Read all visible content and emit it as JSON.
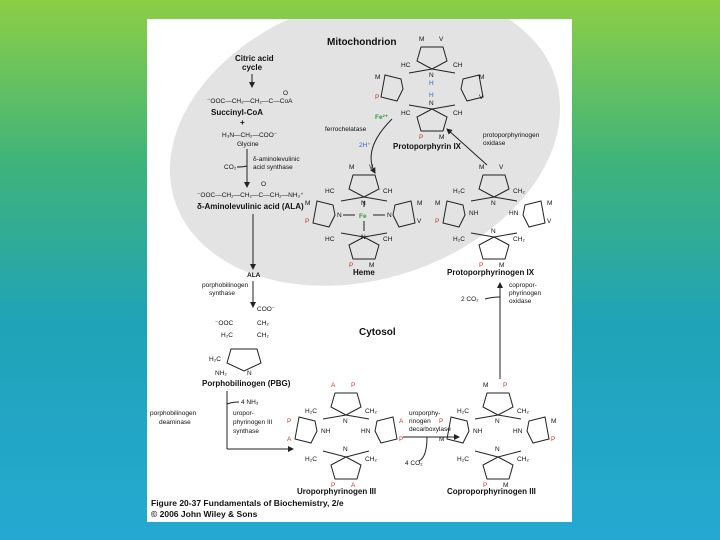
{
  "compartments": {
    "mitochondrion": "Mitochondrion",
    "cytosol": "Cytosol"
  },
  "labels": {
    "citric_acid_cycle": [
      "Citric acid",
      "cycle"
    ],
    "succinyl_formula": "⁻OOC—CH₂—CH₂—C—CoA",
    "carbonyl_o": "O",
    "succinyl_coa": "Succinyl-CoA",
    "plus": "+",
    "glycine_formula": "H₃N—CH₂—COO⁻",
    "glycine": "Glycine",
    "co2": "CO₂",
    "ala_synthase": [
      "δ-aminolevulinic",
      "acid synthase"
    ],
    "ala_formula": "⁻OOC—CH₂—CH₂—C—CH₂—NH₃⁺",
    "ala_name": "δ-Aminolevulinic acid (ALA)",
    "ala_short": "ALA",
    "pbg_synthase": [
      "porphobilinogen",
      "synthase"
    ],
    "pbg_name": "Porphobilinogen (PBG)",
    "pbg_deaminase": [
      "porphobilinogen",
      "deaminase"
    ],
    "nh3": "4 NH₃",
    "uro_synthase": [
      "uropor-",
      "phyrinogen III",
      "synthase"
    ],
    "uro_decarboxylase": [
      "uroporphy-",
      "rinogen",
      "decarboxylase"
    ],
    "co2_4": "4 CO₂",
    "uroporphyrinogen_iii": "Uroporphyrinogen III",
    "coproporphyrinogen_iii": "Coproporphyrinogen III",
    "copro_oxidase": [
      "copropor-",
      "phyrinogen",
      "oxidase"
    ],
    "co2_2": "2 CO₂",
    "protoporphyrinogen_ix": "Protoporphyrinogen IX",
    "proto_oxidase": [
      "protoporphyrinogen",
      "oxidase"
    ],
    "protoporphyrin_ix": "Protoporphyrin IX",
    "ferrochelatase": "ferrochelatase",
    "fe2": "Fe²⁺",
    "h2": "2H⁺",
    "heme": "Heme",
    "fe": "Fe"
  },
  "caption": {
    "line1": "Figure 20-37  Fundamentals of Biochemistry, 2/e",
    "line2": "© 2006 John Wiley & Sons"
  },
  "colors": {
    "background_top": "#8ccf45",
    "background_bottom": "#25a9d2",
    "mitochondrion_fill": "#e3e3e3",
    "acetate_label": "#c0392b",
    "iron": "#2f9a3a",
    "hydrogen": "#2e6bd1"
  }
}
